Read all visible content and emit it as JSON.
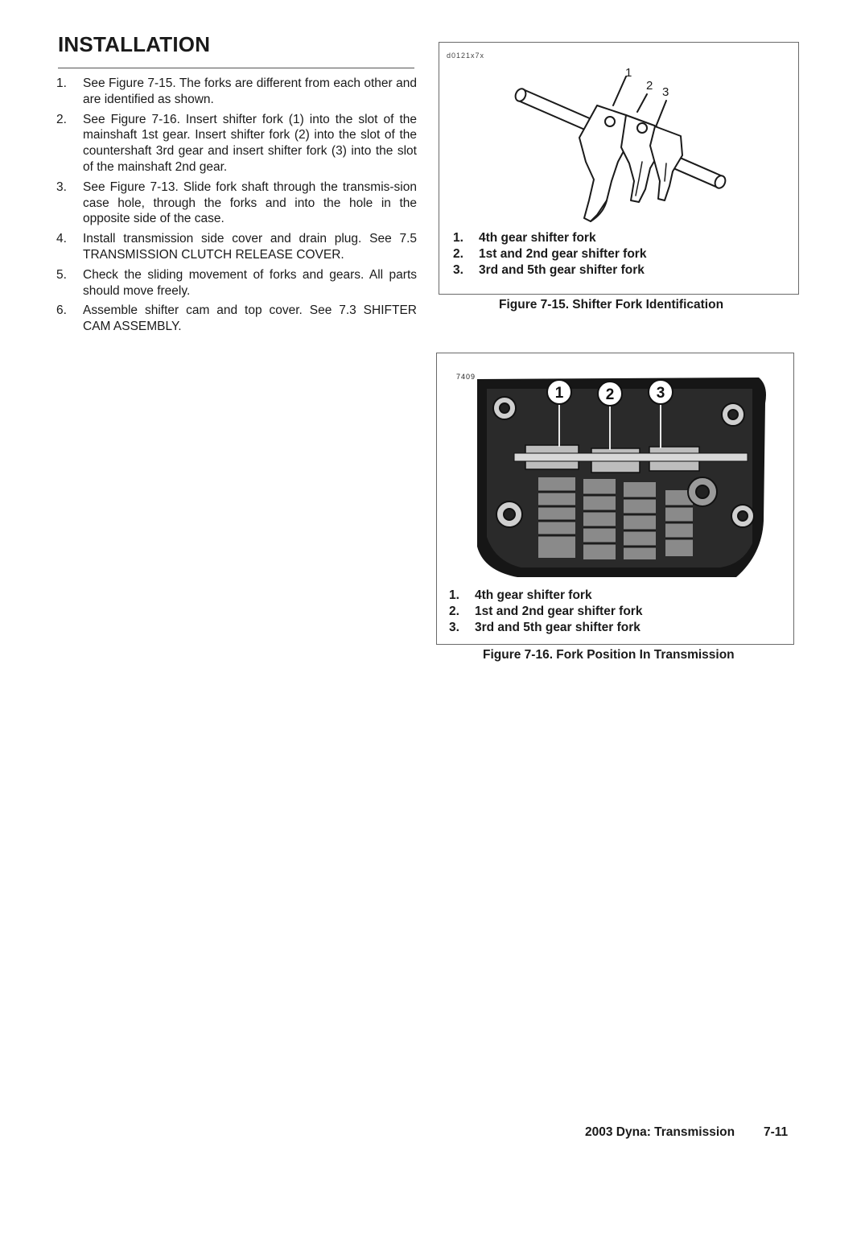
{
  "page": {
    "heading": "INSTALLATION",
    "steps": [
      {
        "num": "1.",
        "text": "See Figure 7-15. The forks are different from each other and are identified as shown."
      },
      {
        "num": "2.",
        "text": "See Figure 7-16. Insert shifter fork (1) into the slot of the mainshaft 1st gear. Insert shifter fork (2) into the slot of the countershaft 3rd gear and insert shifter fork (3) into the slot of the mainshaft 2nd gear."
      },
      {
        "num": "3.",
        "text": "See Figure 7-13. Slide fork shaft through the transmis-sion case hole, through the forks and into the hole in the opposite side of the case."
      },
      {
        "num": "4.",
        "text": "Install transmission side cover and drain plug. See 7.5 TRANSMISSION CLUTCH RELEASE COVER."
      },
      {
        "num": "5.",
        "text": "Check the sliding movement of forks and gears. All parts should move freely."
      },
      {
        "num": "6.",
        "text": "Assemble shifter cam and top cover. See 7.3 SHIFTER CAM ASSEMBLY."
      }
    ]
  },
  "figure_15": {
    "tag": "d0121x7x",
    "callouts": [
      "1",
      "2",
      "3"
    ],
    "legend": [
      {
        "num": "1.",
        "text": "4th gear shifter fork"
      },
      {
        "num": "2.",
        "text": "1st and 2nd gear shifter fork"
      },
      {
        "num": "3.",
        "text": "3rd and 5th gear shifter fork"
      }
    ],
    "caption": "Figure 7-15. Shifter Fork Identification"
  },
  "figure_16": {
    "tag": "7409",
    "callouts": [
      "1",
      "2",
      "3"
    ],
    "legend": [
      {
        "num": "1.",
        "text": "4th gear shifter fork"
      },
      {
        "num": "2.",
        "text": "1st and 2nd gear shifter fork"
      },
      {
        "num": "3.",
        "text": "3rd and 5th gear shifter fork"
      }
    ],
    "caption": "Figure 7-16. Fork Position In Transmission"
  },
  "footer": {
    "title": "2003 Dyna: Transmission",
    "page_number": "7-11"
  }
}
